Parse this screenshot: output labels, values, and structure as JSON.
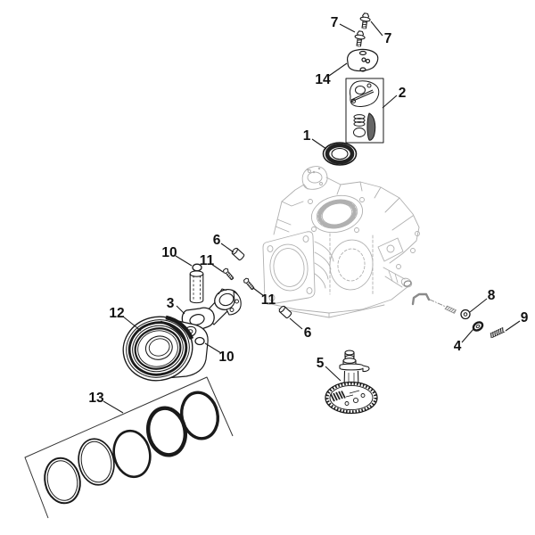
{
  "diagram": {
    "type": "exploded-parts-diagram",
    "background_color": "#ffffff",
    "part_line_color": "#1a1a1a",
    "ghosted_block_line_color": "#b0b0b0",
    "callouts": [
      {
        "label": "7"
      },
      {
        "label": "7"
      },
      {
        "label": "14"
      },
      {
        "label": "2"
      },
      {
        "label": "1"
      },
      {
        "label": "6"
      },
      {
        "label": "10"
      },
      {
        "label": "11"
      },
      {
        "label": "11"
      },
      {
        "label": "3"
      },
      {
        "label": "12"
      },
      {
        "label": "10"
      },
      {
        "label": "6"
      },
      {
        "label": "13"
      },
      {
        "label": "5"
      },
      {
        "label": "8"
      },
      {
        "label": "4"
      },
      {
        "label": "9"
      }
    ]
  }
}
